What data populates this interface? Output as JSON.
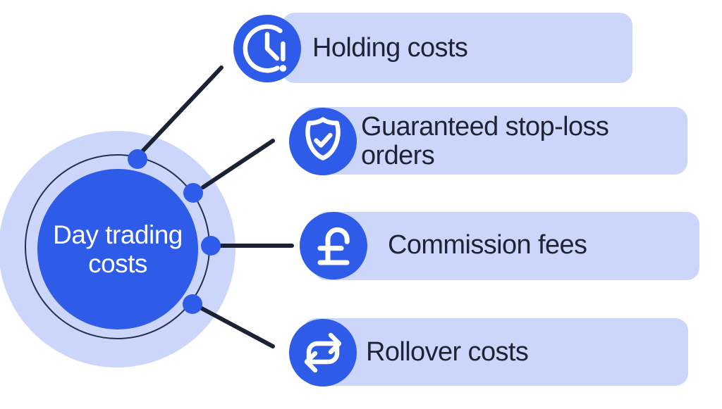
{
  "center": {
    "lines": [
      "Day trading",
      "costs"
    ]
  },
  "items": [
    {
      "label": "Holding costs",
      "icon": "clock-alert-icon"
    },
    {
      "label": "Guaranteed stop-loss orders",
      "icon": "shield-check-icon"
    },
    {
      "label": "Commission fees",
      "icon": "pound-sterling-icon"
    },
    {
      "label": "Rollover costs",
      "icon": "repeat-arrows-icon"
    }
  ],
  "colors": {
    "accent_blue": "#2E5BE7",
    "light_periwinkle": "#CCD6FA",
    "ink_navy": "#1B2234",
    "text_white": "#FFFFFF"
  }
}
